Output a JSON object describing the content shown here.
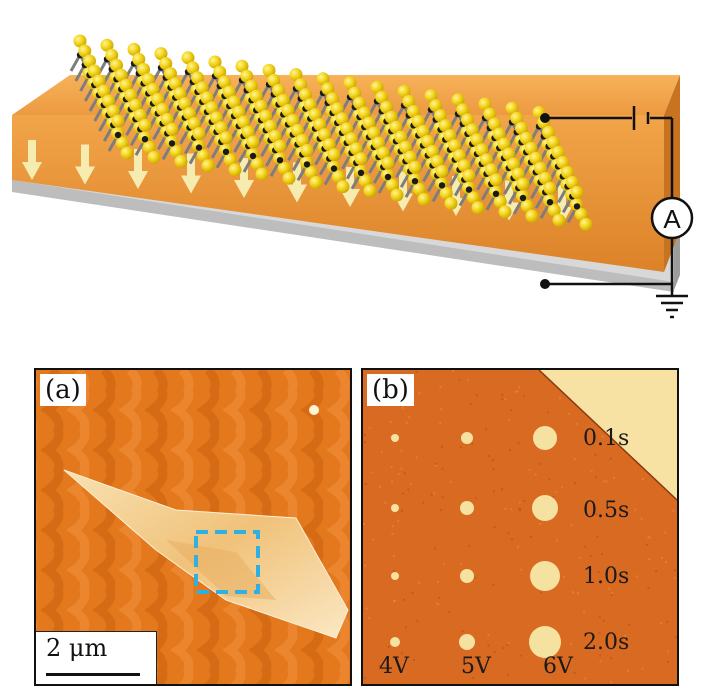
{
  "schematic": {
    "ammeter_symbol": "A",
    "colors": {
      "atom_yellow": "#f6dc1c",
      "atom_dark": "#1a1a1a",
      "bond": "#7d7d7d",
      "ferro_top": "#f0a24c",
      "ferro_front": "#e38a2e",
      "ferro_side": "#c36f1e",
      "electrode": "#c9c9c9",
      "arrow": "#f7ecb0"
    },
    "icons": [
      "ammeter-icon",
      "ground-icon",
      "battery-icon",
      "polarization-arrow-icon"
    ]
  },
  "panel_a": {
    "label": "(a)",
    "scale_bar": "2 μm",
    "colors": {
      "background": "#e57a1a",
      "flake": "#f5d9a0",
      "box": "#2fb0e0"
    }
  },
  "panel_b": {
    "label": "(b)",
    "times": [
      "0.1s",
      "0.5s",
      "1.0s",
      "2.0s"
    ],
    "voltages": [
      "4V",
      "5V",
      "6V"
    ],
    "colors": {
      "background": "#d96a22",
      "dot": "#f6e2a0"
    }
  }
}
